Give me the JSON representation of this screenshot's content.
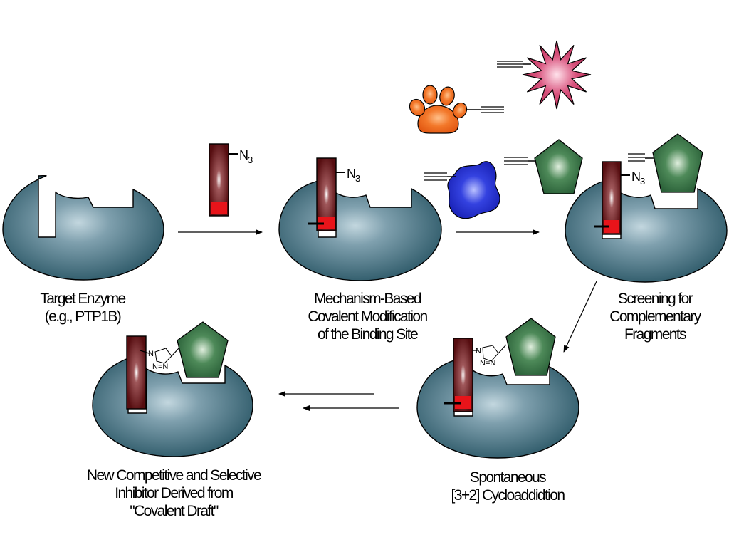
{
  "steps": [
    {
      "lines": [
        "Target Enzyme",
        "(e.g., PTP1B)"
      ]
    },
    {
      "lines": [
        "Mechanism-Based",
        "Covalent Modification",
        "of the Binding Site"
      ]
    },
    {
      "lines": [
        "Screening for",
        "Complementary",
        "Fragments"
      ]
    },
    {
      "lines": [
        "Spontaneous",
        "[3+2] Cycloaddidtion"
      ]
    },
    {
      "lines": [
        "New Competitive and Selective",
        "Inhibitor Derived from",
        "\"Covalent Draft\""
      ]
    }
  ],
  "labels": {
    "azide": "N",
    "azide_sub": "3",
    "triazole_n": "N",
    "triazole_nn": "N=N"
  },
  "colors": {
    "enzyme": "#3c6577",
    "enzyme_highlight": "#b7cfd9",
    "probe": "#5a0f10",
    "warhead": "#e8141a",
    "pentagon": "#2f6a3e",
    "star": "#c82f62",
    "paw": "#ef6b1e",
    "blob": "#2230c8"
  }
}
